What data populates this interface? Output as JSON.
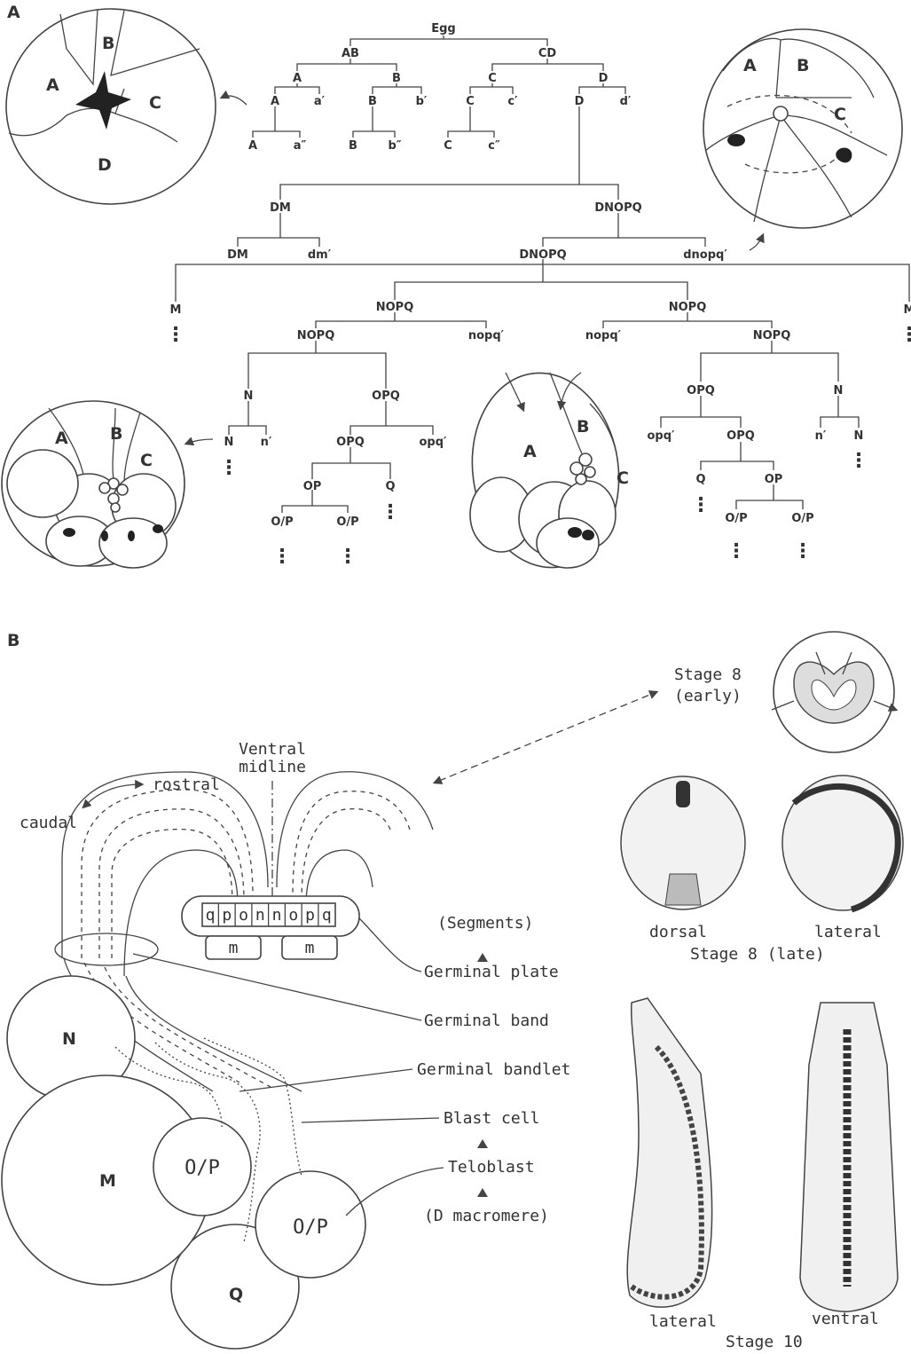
{
  "panel_a": {
    "label": "A",
    "tree": {
      "egg": "Egg",
      "ab": "AB",
      "cd": "CD",
      "a": "A",
      "b": "B",
      "c": "C",
      "d": "D",
      "a2": "A",
      "a_prime": "a′",
      "b2": "B",
      "b_prime": "b′",
      "c2": "C",
      "c_prime": "c′",
      "d2": "D",
      "d_prime": "d′",
      "a3": "A",
      "a_dprime": "a″",
      "b3": "B",
      "b_dprime": "b″",
      "c3": "C",
      "c_dprime": "c″",
      "dm": "DM",
      "dnopq": "DNOPQ",
      "dm2": "DM",
      "dm_prime": "dm′",
      "dnopq2": "DNOPQ",
      "dnopq_prime": "dnopq′",
      "m_left": "M",
      "m_right": "M",
      "nopq_left": "NOPQ",
      "nopq_right": "NOPQ",
      "nopq_left2": "NOPQ",
      "nopq_prime_left": "nopq′",
      "nopq_prime_right": "nopq′",
      "nopq_right2": "NOPQ",
      "n_left": "N",
      "opq_left": "OPQ",
      "n_left2": "N",
      "n_prime_left": "n′",
      "opq_left2": "OPQ",
      "opq_prime_left": "opq′",
      "op_left": "OP",
      "q_left": "Q",
      "op_frac_1": "O/P",
      "op_frac_2": "O/P",
      "opq_right": "OPQ",
      "n_right": "N",
      "opq_prime_right": "opq′",
      "opq_right2": "OPQ",
      "n_prime_right": "n′",
      "n_right2": "N",
      "q_right": "Q",
      "op_right": "OP",
      "op_frac_3": "O/P",
      "op_frac_4": "O/P",
      "ellipsis": "⋮"
    },
    "embryo_4cell": {
      "a": "A",
      "b": "B",
      "c": "C",
      "d": "D"
    },
    "embryo_8cell": {
      "a": "A",
      "b": "B",
      "c": "C"
    },
    "embryo_left": {
      "a": "A",
      "b": "B",
      "c": "C"
    },
    "embryo_center": {
      "a": "A",
      "b": "B",
      "c": "C"
    }
  },
  "panel_b": {
    "label": "B",
    "ventral_midline": [
      "Ventral",
      "midline"
    ],
    "rostral": "rostral",
    "caudal": "caudal",
    "segments": "(Segments)",
    "germinal_plate": "Germinal plate",
    "germinal_band": "Germinal band",
    "germinal_bandlet": "Germinal bandlet",
    "blast_cell": "Blast cell",
    "teloblast": "Teloblast",
    "d_macromere": "(D macromere)",
    "plate_letters": [
      "q",
      "p",
      "o",
      "n",
      "n",
      "o",
      "p",
      "q"
    ],
    "plate_m": [
      "m",
      "m"
    ],
    "teloblasts": {
      "n": "N",
      "m": "M",
      "op1": "O/P",
      "op2": "O/P",
      "q": "Q"
    },
    "stage8_early": [
      "Stage 8",
      "(early)"
    ],
    "dorsal": "dorsal",
    "lateral_s8": "lateral",
    "stage8_late": "Stage 8  (late)",
    "lateral_s10": "lateral",
    "ventral_s10": "ventral",
    "stage10": "Stage 10"
  }
}
